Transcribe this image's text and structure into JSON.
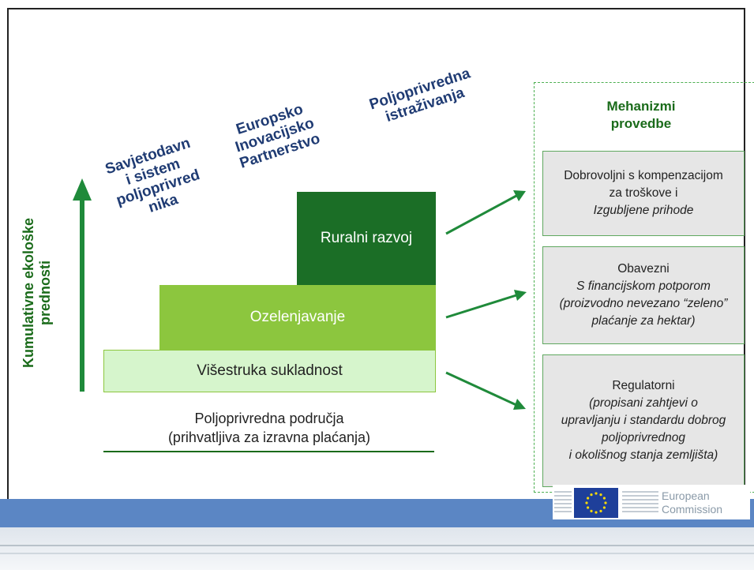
{
  "diagram": {
    "top_labels": [
      {
        "id": "savjet",
        "lines": [
          "Savjetodavn",
          "i sistem",
          "poljoprivred",
          "nika"
        ]
      },
      {
        "id": "eip",
        "lines": [
          "Europsko",
          "Inovacijsko",
          "Partnerstvo"
        ]
      },
      {
        "id": "istr",
        "lines": [
          "Poljoprivredna",
          "istraživanja"
        ]
      }
    ],
    "vertical_axis": [
      "Kumulativne ekološke",
      "prednosti"
    ],
    "steps": {
      "rural": "Ruralni razvoj",
      "greening": "Ozelenjavanje",
      "cross": "Višestruka sukladnost"
    },
    "base": [
      "Poljoprivredna područja",
      "(prihvatljiva za izravna plaćanja)"
    ],
    "mechanisms_title": [
      "Mehanizmi",
      "provedbe"
    ],
    "mechanisms": [
      {
        "lines": [
          "Dobrovoljni s kompenzacijom",
          "za troškove i",
          "Izgubljene prihode"
        ]
      },
      {
        "lines": [
          "Obavezni",
          "S financijskom potporom",
          "(proizvodno nevezano “zeleno”",
          "plaćanje za hektar)"
        ]
      },
      {
        "lines": [
          "Regulatorni",
          "(propisani zahtjevi o",
          "upravljanju i standardu dobrog",
          "poljoprivrednog",
          "i okolišnog stanja zemljišta)"
        ]
      }
    ],
    "colors": {
      "dark_green": "#1b6e26",
      "mid_green": "#8cc63e",
      "light_green": "#d6f5cc",
      "arrow_green": "#1f8a3a",
      "title_blue": "#1f3b73"
    }
  },
  "footer": {
    "logo_text": [
      "European",
      "Commission"
    ]
  }
}
